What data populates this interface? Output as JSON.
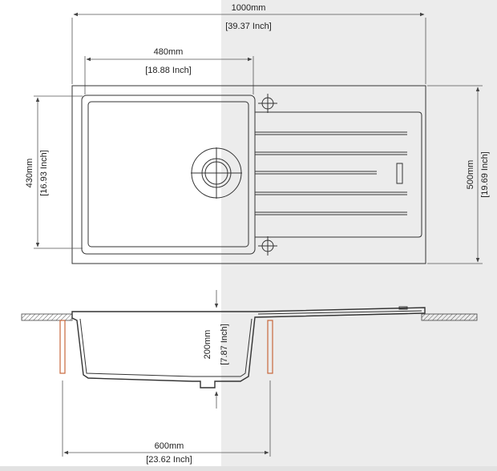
{
  "colors": {
    "right_half_bg": "#ececec",
    "bracket": "#c8683c",
    "bottom_bar": "#e2e2e2"
  },
  "dimensions": {
    "overall_width": {
      "mm": "1000mm",
      "inch": "[39.37 Inch]"
    },
    "bowl_width": {
      "mm": "480mm",
      "inch": "[18.88 Inch]"
    },
    "bowl_depth": {
      "mm": "430mm",
      "inch": "[16.93 Inch]"
    },
    "overall_depth": {
      "mm": "500mm",
      "inch": "[19.69 Inch]"
    },
    "bowl_height": {
      "mm": "200mm",
      "inch": "[7.87 Inch]"
    },
    "cabinet_width": {
      "mm": "600mm",
      "inch": "[23.62 Inch]"
    }
  }
}
